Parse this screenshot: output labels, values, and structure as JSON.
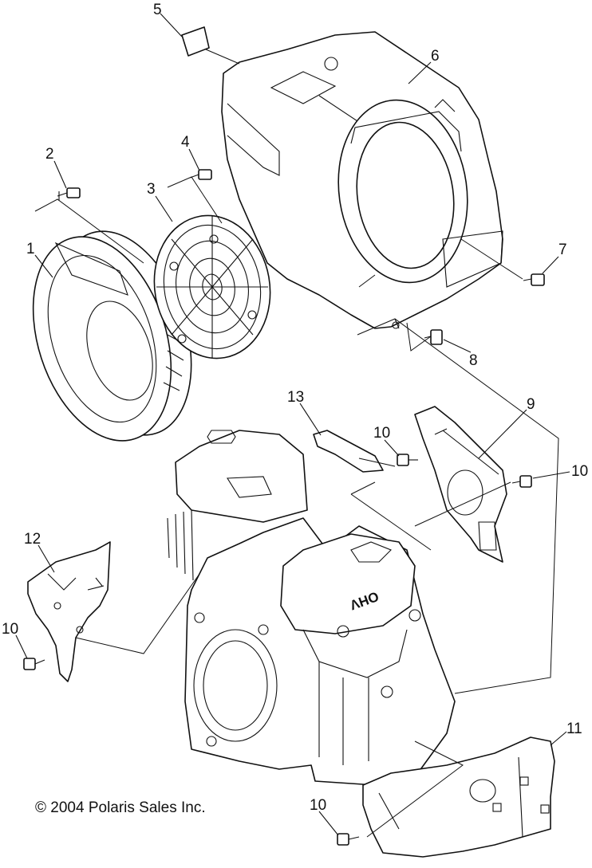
{
  "copyright": "© 2004 Polaris Sales Inc.",
  "engine_label": "OHV",
  "callouts": {
    "c1": "1",
    "c2": "2",
    "c3": "3",
    "c4": "4",
    "c5": "5",
    "c6": "6",
    "c7": "7",
    "c8": "8",
    "c9": "9",
    "c10a": "10",
    "c10b": "10",
    "c10c": "10",
    "c10d": "10",
    "c11": "11",
    "c12": "12",
    "c13": "13"
  }
}
